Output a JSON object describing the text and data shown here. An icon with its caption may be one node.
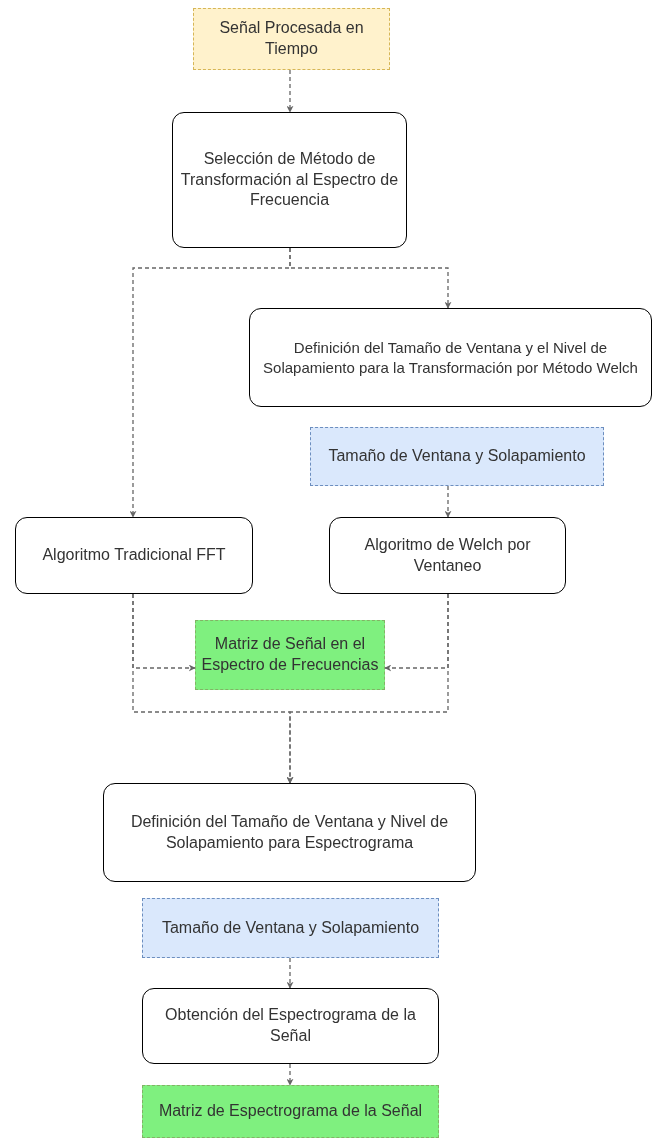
{
  "diagram": {
    "nodes": [
      {
        "text": [
          "Señal Procesada en Tiempo"
        ]
      },
      {
        "text": [
          "Selección de Método de Transformación al Espectro de Frecuencia"
        ]
      },
      {
        "text": [
          "Definición del Tamaño de Ventana y el Nivel de Solapamiento para la Transformación por Método Welch"
        ]
      },
      {
        "text": [
          "Tamaño de Ventana y Solapamiento"
        ]
      },
      {
        "text": [
          "Algoritmo Tradicional FFT"
        ]
      },
      {
        "text": [
          "Algoritmo de Welch por Ventaneo"
        ]
      },
      {
        "text": [
          "Matriz de Señal en el Espectro de Frecuencias"
        ]
      },
      {
        "text": [
          "Definición del Tamaño de Ventana y Nivel de Solapamiento para Espectrograma"
        ]
      },
      {
        "text": [
          "Tamaño de Ventana y Solapamiento"
        ]
      },
      {
        "text": [
          "Obtención del Espectrograma de la Señal"
        ]
      },
      {
        "text": [
          "Matriz de Espectrograma de la Señal"
        ]
      }
    ],
    "edges": [
      {
        "from": 0,
        "to": 1,
        "arrow": "to",
        "style": "dashed"
      },
      {
        "from": 1,
        "to": 4,
        "arrow": "to",
        "style": "dashed"
      },
      {
        "from": 1,
        "to": 2,
        "arrow": "to",
        "style": "dashed"
      },
      {
        "from": 3,
        "to": 5,
        "arrow": "to",
        "style": "dashed"
      },
      {
        "from": 4,
        "to": 6,
        "arrow": "to",
        "style": "dashed"
      },
      {
        "from": 5,
        "to": 6,
        "arrow": "to",
        "style": "dashed"
      },
      {
        "from": 4,
        "to": 7,
        "arrow": "to",
        "style": "dashed"
      },
      {
        "from": 5,
        "to": 7,
        "arrow": "to",
        "style": "dashed"
      },
      {
        "from": 8,
        "to": 9,
        "arrow": "to",
        "style": "dashed"
      },
      {
        "from": 9,
        "to": 10,
        "arrow": "to",
        "style": "dashed"
      }
    ]
  }
}
